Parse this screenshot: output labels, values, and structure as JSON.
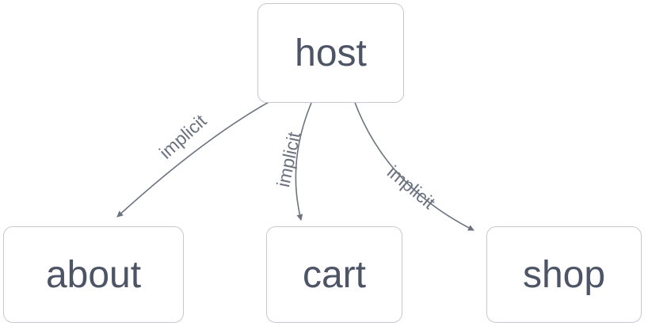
{
  "diagram": {
    "type": "dependency-graph",
    "nodes": [
      {
        "id": "host",
        "label": "host"
      },
      {
        "id": "about",
        "label": "about"
      },
      {
        "id": "cart",
        "label": "cart"
      },
      {
        "id": "shop",
        "label": "shop"
      }
    ],
    "edges": [
      {
        "from": "host",
        "to": "about",
        "label": "implicit"
      },
      {
        "from": "host",
        "to": "cart",
        "label": "implicit"
      },
      {
        "from": "host",
        "to": "shop",
        "label": "implicit"
      }
    ],
    "colors": {
      "background": "#ffffff",
      "node_border": "#c6c9d1",
      "node_fill": "#ffffff",
      "node_text": "#4d5465",
      "edge_stroke": "#6c7380",
      "edge_label_text": "#6b7280"
    }
  }
}
